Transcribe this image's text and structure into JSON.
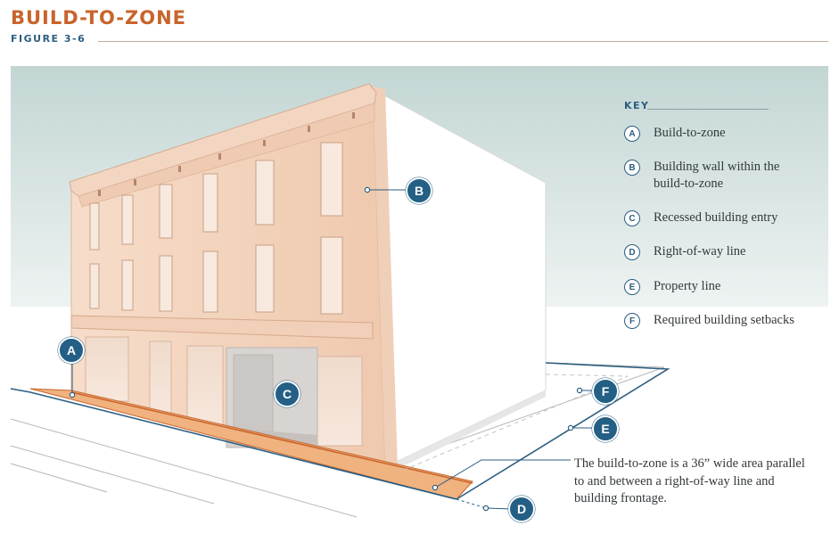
{
  "header": {
    "title": "BUILD-TO-ZONE",
    "figure": "FIGURE 3-6"
  },
  "key": {
    "title": "KEY",
    "items": [
      {
        "letter": "A",
        "text": "Build-to-zone"
      },
      {
        "letter": "B",
        "text": "Building wall within the build-to-zone"
      },
      {
        "letter": "C",
        "text": "Recessed building entry"
      },
      {
        "letter": "D",
        "text": "Right-of-way line"
      },
      {
        "letter": "E",
        "text": "Property line"
      },
      {
        "letter": "F",
        "text": "Required building setbacks"
      }
    ]
  },
  "callouts": {
    "a": "A",
    "b": "B",
    "c": "C",
    "d": "D",
    "e": "E",
    "f": "F"
  },
  "caption": "The build-to-zone is a 36” wide area parallel to and between a right-of-way line and building frontage.",
  "colors": {
    "accent_orange": "#c8642b",
    "navy": "#245f85",
    "zone_fill": "#f0b27e",
    "facade": "#f3d3bd",
    "sky_top": "#c4d8d6"
  }
}
